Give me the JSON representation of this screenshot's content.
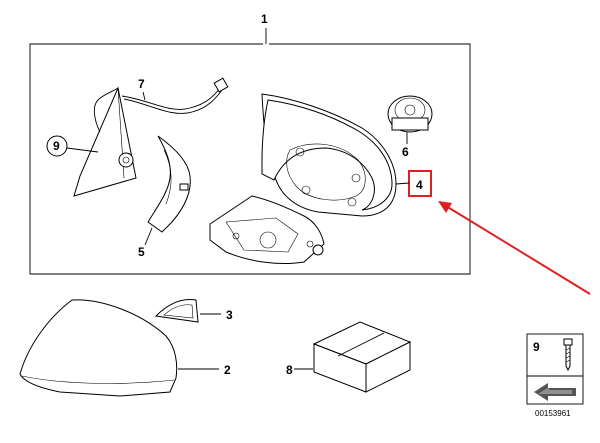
{
  "callouts": {
    "assembly": "1",
    "cap": "2",
    "triangle_trim": "3",
    "glass": "4",
    "support_arm": "5",
    "motor": "6",
    "cable": "7",
    "kit_box": "8",
    "base": "9"
  },
  "legend": {
    "number": "9",
    "code": "00153961"
  },
  "highlight_color": "#e02020",
  "arrow_color": "#e02020"
}
